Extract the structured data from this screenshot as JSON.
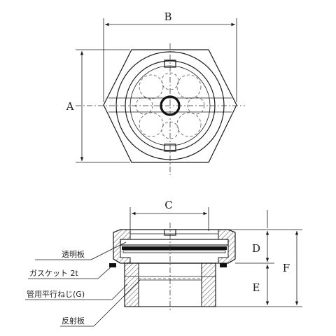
{
  "dimensions": {
    "width": "B",
    "height_across": "A",
    "inner_opening": "C",
    "upper_height": "D",
    "thread_length": "E",
    "total_height": "F"
  },
  "parts": {
    "transparent_plate": "透明板",
    "gasket": "ガスケット 2t",
    "pipe_thread": "管用平行ねじ(G)",
    "reflector_plate": "反射板"
  },
  "colors": {
    "line": "#1a1a1a",
    "background": "#ffffff"
  }
}
